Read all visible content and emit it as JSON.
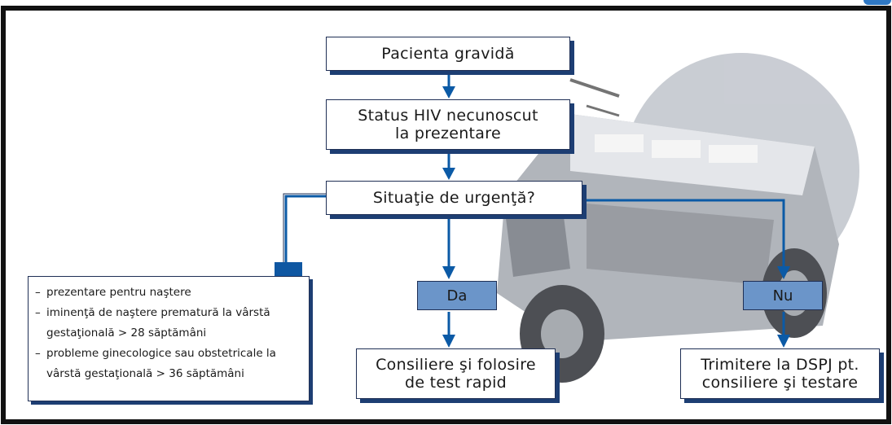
{
  "flow": {
    "start": "Pacienta gravidă",
    "status": "Status HIV necunoscut\nla prezentare",
    "question": "Situaţie de urgenţă?",
    "yes_label": "Da",
    "no_label": "Nu",
    "yes_action": "Consiliere şi folosire\nde test rapid",
    "no_action": "Trimitere la DSPJ pt.\nconsiliere şi testare"
  },
  "criteria": [
    "prezentare pentru naştere",
    "iminenţă de naştere prematură la vârstă gestaţională > 28 săptămâni",
    "probleme ginecologice sau obstetricale la vârstă gestaţională > 36 săptămâni"
  ],
  "colors": {
    "border": "#1f2f55",
    "shadow": "#1d3e73",
    "arrow": "#0b5aa6",
    "tag_fill": "#6b95c9",
    "marker": "#0f57a2",
    "frame": "#111111"
  }
}
